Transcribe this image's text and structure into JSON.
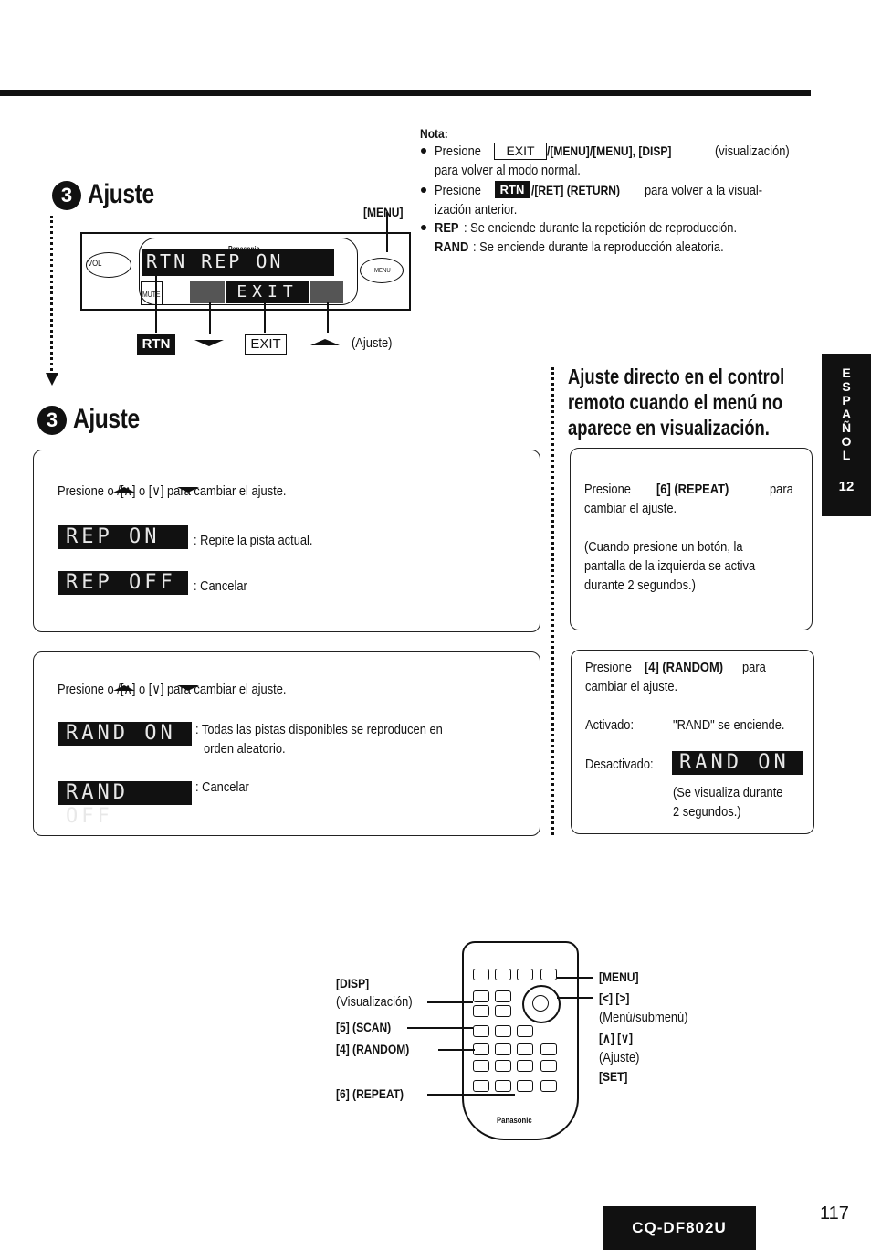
{
  "step1": {
    "num": "3",
    "title": "Ajuste"
  },
  "step2": {
    "num": "3",
    "title": "Ajuste"
  },
  "unit_diagram": {
    "menu_label": "[MENU]",
    "brand": "Panasonic",
    "display_text": "RTN REP  ON",
    "display_bottom": "EXIT",
    "vol": "VOL",
    "mute": "MUTE",
    "menu_btn": "MENU",
    "rtn_tag": "RTN",
    "exit_tag": "EXIT",
    "ajuste_label": "(Ajuste)"
  },
  "nota": {
    "heading": "Nota:",
    "b1_pre": "Presione",
    "b1_exit": "EXIT",
    "b1_keys": "/[MENU]/[MENU], [DISP]",
    "b1_rest": " (visualización)",
    "b1_line2": "para volver al modo normal.",
    "b2_pre": "Presione",
    "b2_rtn": "RTN",
    "b2_keys": "/[RET] (RETURN)",
    "b2_rest": " para volver a la visual-",
    "b2_line2": "ización anterior.",
    "b3_key": "REP",
    "b3_rest": ": Se enciende durante la repetición de reproducción.",
    "b4_key": "RAND",
    "b4_rest": ": Se enciende durante la reproducción aleatoria."
  },
  "rep_box": {
    "instruction": "Presione        o        /[∧] o [∨] para cambiar el ajuste.",
    "lcd_on": "REP ON",
    "on_desc": ": Repite la pista actual.",
    "lcd_off": "REP OFF",
    "off_desc": ": Cancelar"
  },
  "rand_box": {
    "instruction": "Presione        o        /[∧] o [∨] para cambiar el ajuste.",
    "lcd_on": "RAND ON",
    "on_desc1": ": Todas las pistas disponibles se reproducen en",
    "on_desc2": "orden aleatorio.",
    "lcd_off": "RAND OFF",
    "off_desc": ": Cancelar"
  },
  "direct": {
    "title1": "Ajuste directo en el control",
    "title2": "remoto cuando el menú no",
    "title3": "aparece en visualización.",
    "rep_l1_pre": "Presione",
    "rep_l1_key": "[6] (REPEAT)",
    "rep_l1_post": "para",
    "rep_l2": "cambiar el ajuste.",
    "rep_l3": "(Cuando presione un botón, la",
    "rep_l4": "pantalla de la izquierda se activa",
    "rep_l5": "durante 2 segundos.)",
    "rand_l1_pre": "Presione",
    "rand_l1_key": "[4] (RANDOM)",
    "rand_l1_post": "para",
    "rand_l2": "cambiar el ajuste.",
    "activado": "Activado:",
    "activado_val": "\"RAND\" se enciende.",
    "desactivado": "Desactivado:",
    "lcd": "RAND ON",
    "note1": "(Se visualiza durante",
    "note2": "2 segundos.)"
  },
  "remote": {
    "disp": "[DISP]",
    "disp_sub": "(Visualización)",
    "scan": "[5] (SCAN)",
    "random": "[4] (RANDOM)",
    "repeat": "[6] (REPEAT)",
    "menu": "[MENU]",
    "lr": "[<] [>]",
    "lr_sub": "(Menú/submenú)",
    "ud": "[∧] [∨]",
    "ud_sub": "(Ajuste)",
    "set": "[SET]",
    "brand": "Panasonic"
  },
  "sidetab": {
    "letters": [
      "E",
      "S",
      "P",
      "A",
      "Ñ",
      "O",
      "L"
    ],
    "num": "12"
  },
  "footer": {
    "model": "CQ-DF802U",
    "page": "117"
  }
}
